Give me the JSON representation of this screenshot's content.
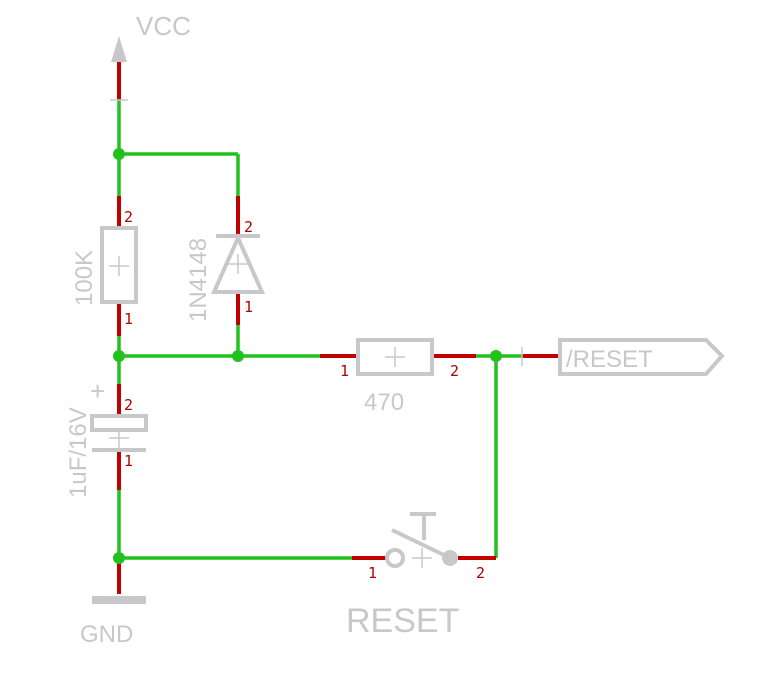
{
  "labels": {
    "vcc": "VCC",
    "gnd": "GND",
    "r_pullup": "100K",
    "diode": "1N4148",
    "cap": "1uF/16V",
    "r_series": "470",
    "switch": "RESET",
    "net": "/RESET"
  },
  "pins": {
    "r_pullup_top": "2",
    "r_pullup_bottom": "1",
    "diode_top": "2",
    "diode_bottom": "1",
    "cap_top": "2",
    "cap_bottom": "1",
    "cap_plus": "+",
    "r_series_left": "1",
    "r_series_right": "2",
    "switch_left": "1",
    "switch_right": "2"
  },
  "colors": {
    "wire": "#22c21e",
    "pin": "#c20000",
    "symbol": "#c8c8c8",
    "pin_number": "#b40000"
  }
}
